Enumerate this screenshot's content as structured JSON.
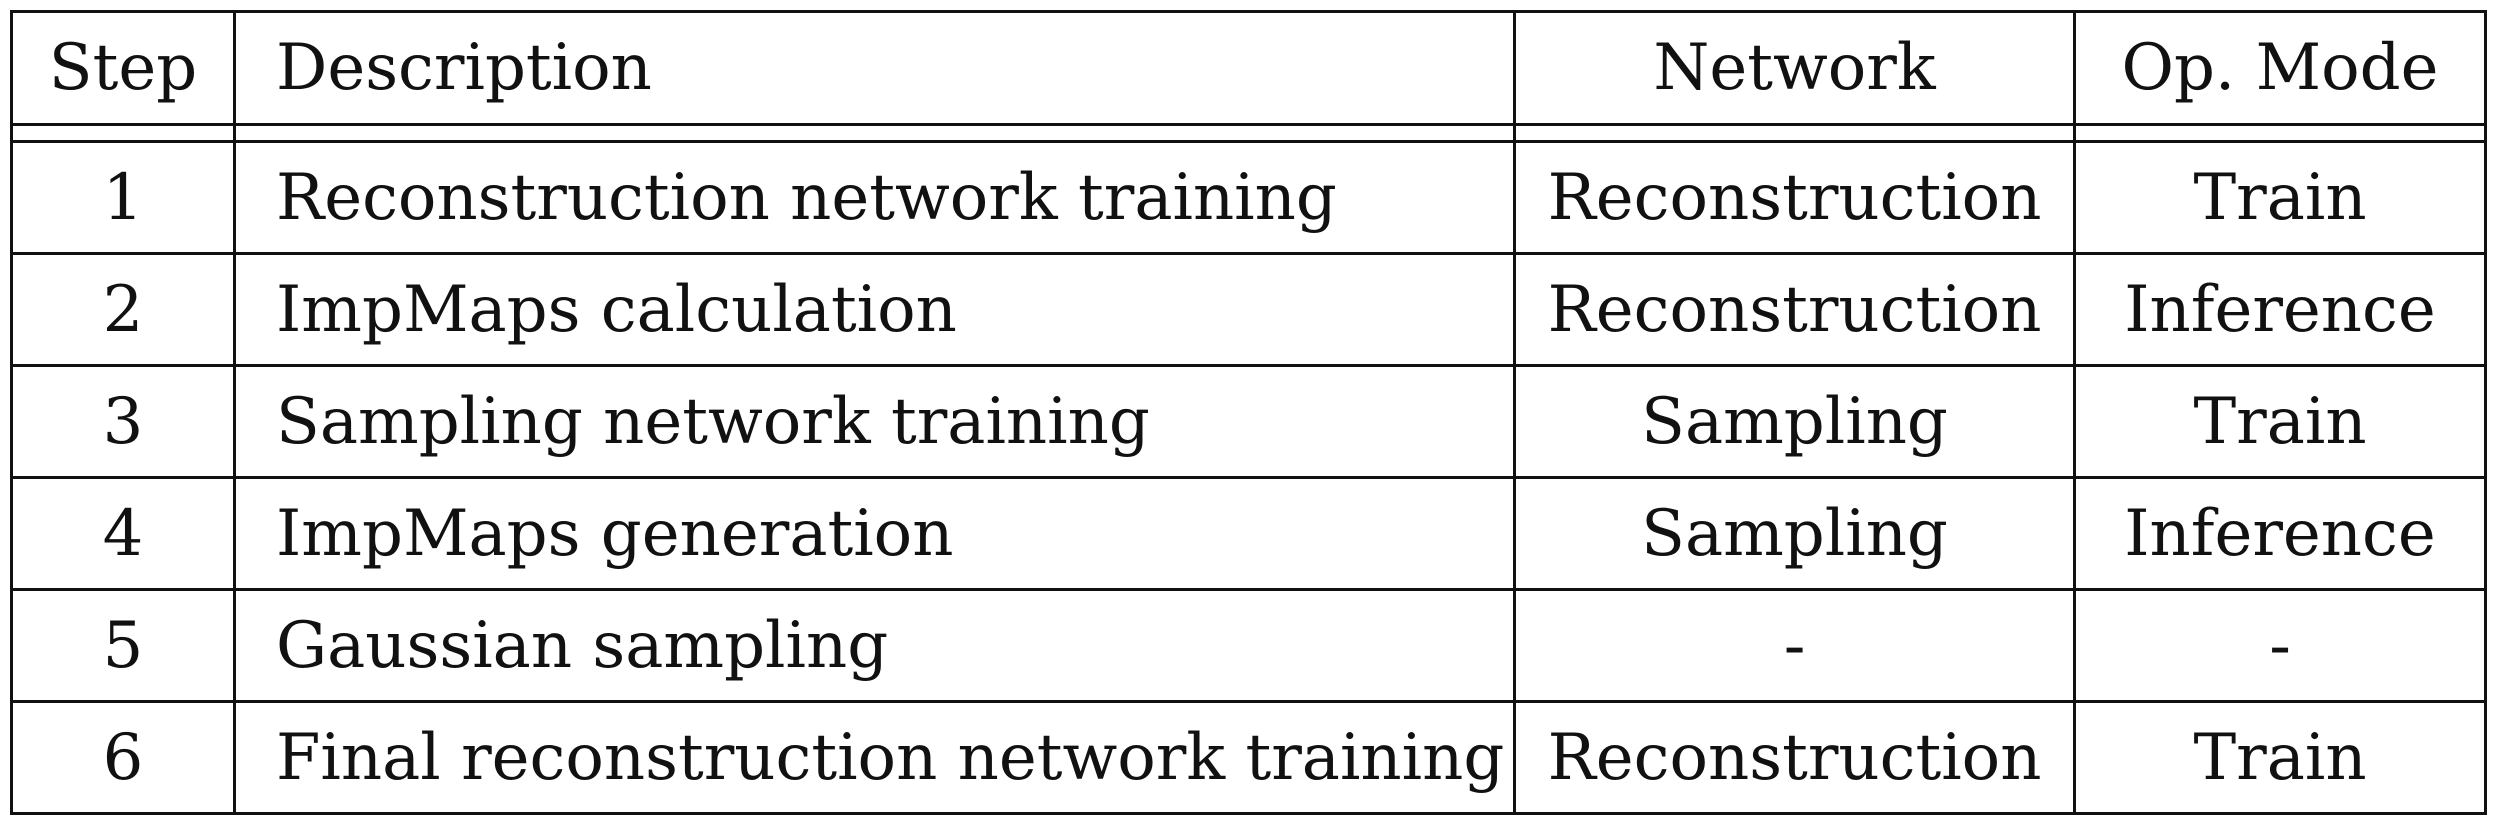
{
  "table": {
    "headers": {
      "step": "Step",
      "description": "Description",
      "network": "Network",
      "op_mode": "Op. Mode"
    },
    "rows": [
      {
        "step": "1",
        "description": "Reconstruction network training",
        "network": "Reconstruction",
        "op_mode": "Train"
      },
      {
        "step": "2",
        "description": "ImpMaps calculation",
        "network": "Reconstruction",
        "op_mode": "Inference"
      },
      {
        "step": "3",
        "description": "Sampling network training",
        "network": "Sampling",
        "op_mode": "Train"
      },
      {
        "step": "4",
        "description": "ImpMaps generation",
        "network": "Sampling",
        "op_mode": "Inference"
      },
      {
        "step": "5",
        "description": "Gaussian sampling",
        "network": "-",
        "op_mode": "-"
      },
      {
        "step": "6",
        "description": "Final reconstruction network training",
        "network": "Reconstruction",
        "op_mode": "Train"
      }
    ]
  }
}
